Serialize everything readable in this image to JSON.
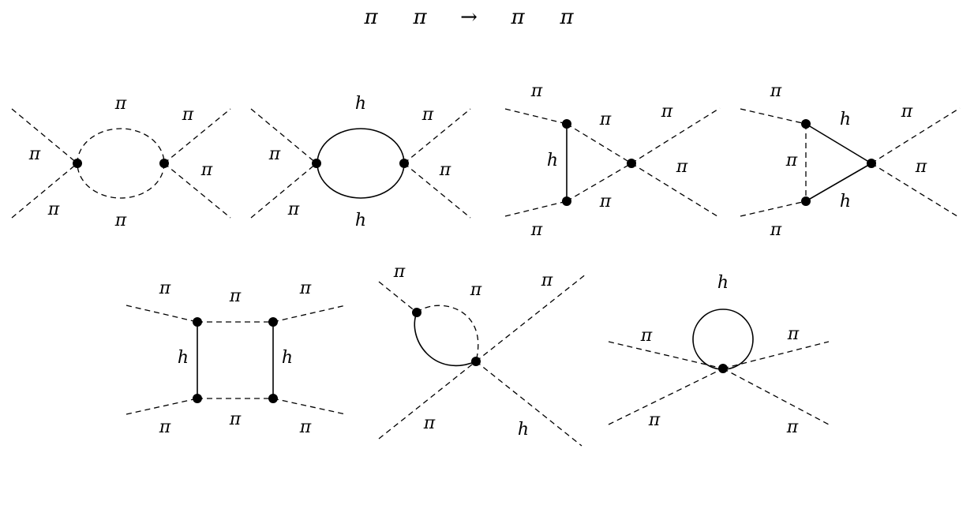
{
  "title": {
    "in1": "π",
    "in2": "π",
    "arrow": "→",
    "out1": "π",
    "out2": "π"
  },
  "diagrams": [
    {
      "labels": [
        "π",
        "π",
        "π",
        "π",
        "π",
        "π"
      ]
    },
    {
      "labels": [
        "π",
        "π",
        "π",
        "π",
        "h",
        "h"
      ]
    },
    {
      "labels": [
        "π",
        "π",
        "π",
        "π",
        "π",
        "π",
        "h"
      ]
    },
    {
      "labels": [
        "π",
        "π",
        "π",
        "π",
        "h",
        "h",
        "π"
      ]
    },
    {
      "labels": [
        "π",
        "π",
        "π",
        "π",
        "π",
        "π",
        "h",
        "h"
      ]
    },
    {
      "labels": [
        "π",
        "π",
        "π",
        "π",
        "h"
      ]
    },
    {
      "labels": [
        "π",
        "π",
        "π",
        "π",
        "h"
      ]
    }
  ],
  "style": {
    "line_color": "#000000",
    "background": "#ffffff"
  }
}
